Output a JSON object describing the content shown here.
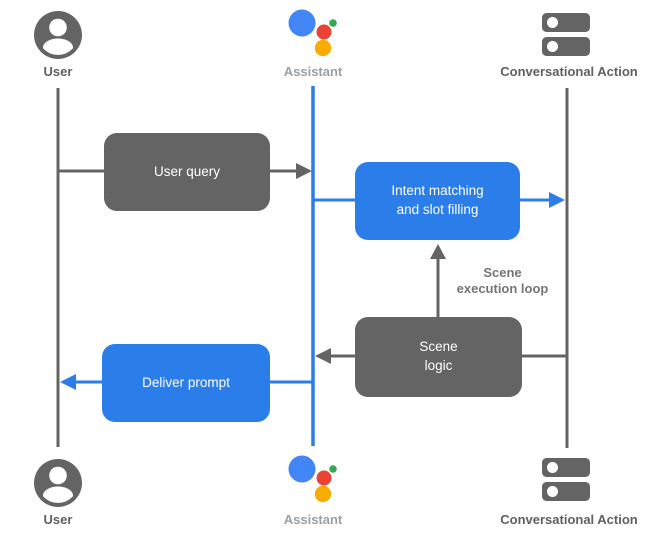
{
  "diagram_type": "sequence-flow-diagram",
  "actors": {
    "user_top": {
      "label": "User",
      "icon": "person-circle-icon"
    },
    "assistant_top": {
      "label": "Assistant",
      "icon": "google-assistant-icon"
    },
    "action_top": {
      "label": "Conversational Action",
      "icon": "server-stack-icon"
    },
    "user_bottom": {
      "label": "User",
      "icon": "person-circle-icon"
    },
    "assistant_bottom": {
      "label": "Assistant",
      "icon": "google-assistant-icon"
    },
    "action_bottom": {
      "label": "Conversational Action",
      "icon": "server-stack-icon"
    }
  },
  "nodes": {
    "user_query": {
      "label": "User query",
      "color": "gray"
    },
    "intent_matching": {
      "label": "Intent matching\nand slot filling",
      "color": "blue"
    },
    "scene_logic": {
      "label": "Scene\nlogic",
      "color": "gray"
    },
    "deliver_prompt": {
      "label": "Deliver prompt",
      "color": "blue"
    }
  },
  "annotations": {
    "scene_execution_loop": {
      "label": "Scene\nexecution loop"
    }
  },
  "edges": [
    {
      "from": "User",
      "to": "Assistant",
      "through": "User query",
      "color": "gray",
      "direction": "right"
    },
    {
      "from": "Assistant",
      "to": "Conversational Action",
      "through": "Intent matching and slot filling",
      "color": "blue",
      "direction": "right"
    },
    {
      "from": "Scene logic",
      "to": "Intent matching and slot filling",
      "color": "gray",
      "direction": "up"
    },
    {
      "from": "Conversational Action",
      "to": "Assistant",
      "through": "Scene logic",
      "color": "gray",
      "direction": "left"
    },
    {
      "from": "Assistant",
      "to": "User",
      "through": "Deliver prompt",
      "color": "blue",
      "direction": "left"
    }
  ],
  "colors": {
    "gray": "#646464",
    "blue": "#2b7de9",
    "label_dark": "#616161",
    "label_light": "#9aa0a6",
    "annotation_gray": "#757575",
    "assistant_blue": "#4285f4",
    "assistant_red": "#ea4335",
    "assistant_yellow": "#f9ab00",
    "assistant_green": "#34a853"
  }
}
